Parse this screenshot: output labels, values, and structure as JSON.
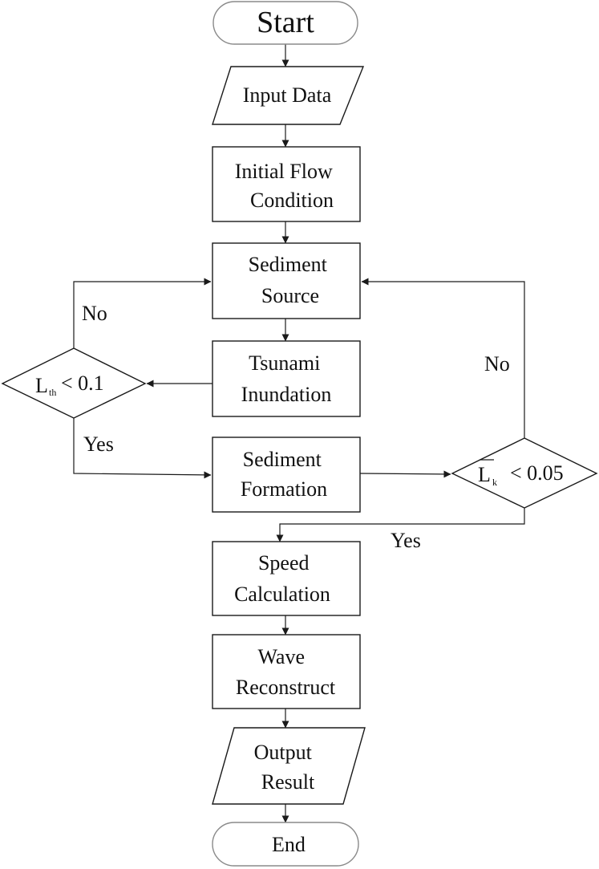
{
  "nodes": {
    "start": "Start",
    "input": "Input Data",
    "initial_flow": [
      "Initial Flow",
      "Condition"
    ],
    "sediment_source": [
      "Sediment",
      "Source"
    ],
    "tsunami_inundation": [
      "Tsunami",
      "Inundation"
    ],
    "sediment_formation": [
      "Sediment",
      "Formation"
    ],
    "speed_calculation": [
      "Speed",
      "Calculation"
    ],
    "wave_reconstruct": [
      "Wave",
      "Reconstruct"
    ],
    "output": [
      "Output",
      "Result"
    ],
    "end": "End"
  },
  "decisions": {
    "threshold_left": {
      "symbol": "L",
      "subscript": "th",
      "comparison": "< 0.1"
    },
    "threshold_right": {
      "symbol": "L",
      "subscript": "k",
      "comparison": "< 0.05",
      "overbar": true
    }
  },
  "edge_labels": {
    "left_no": "No",
    "left_yes": "Yes",
    "right_no": "No",
    "right_yes": "Yes"
  }
}
